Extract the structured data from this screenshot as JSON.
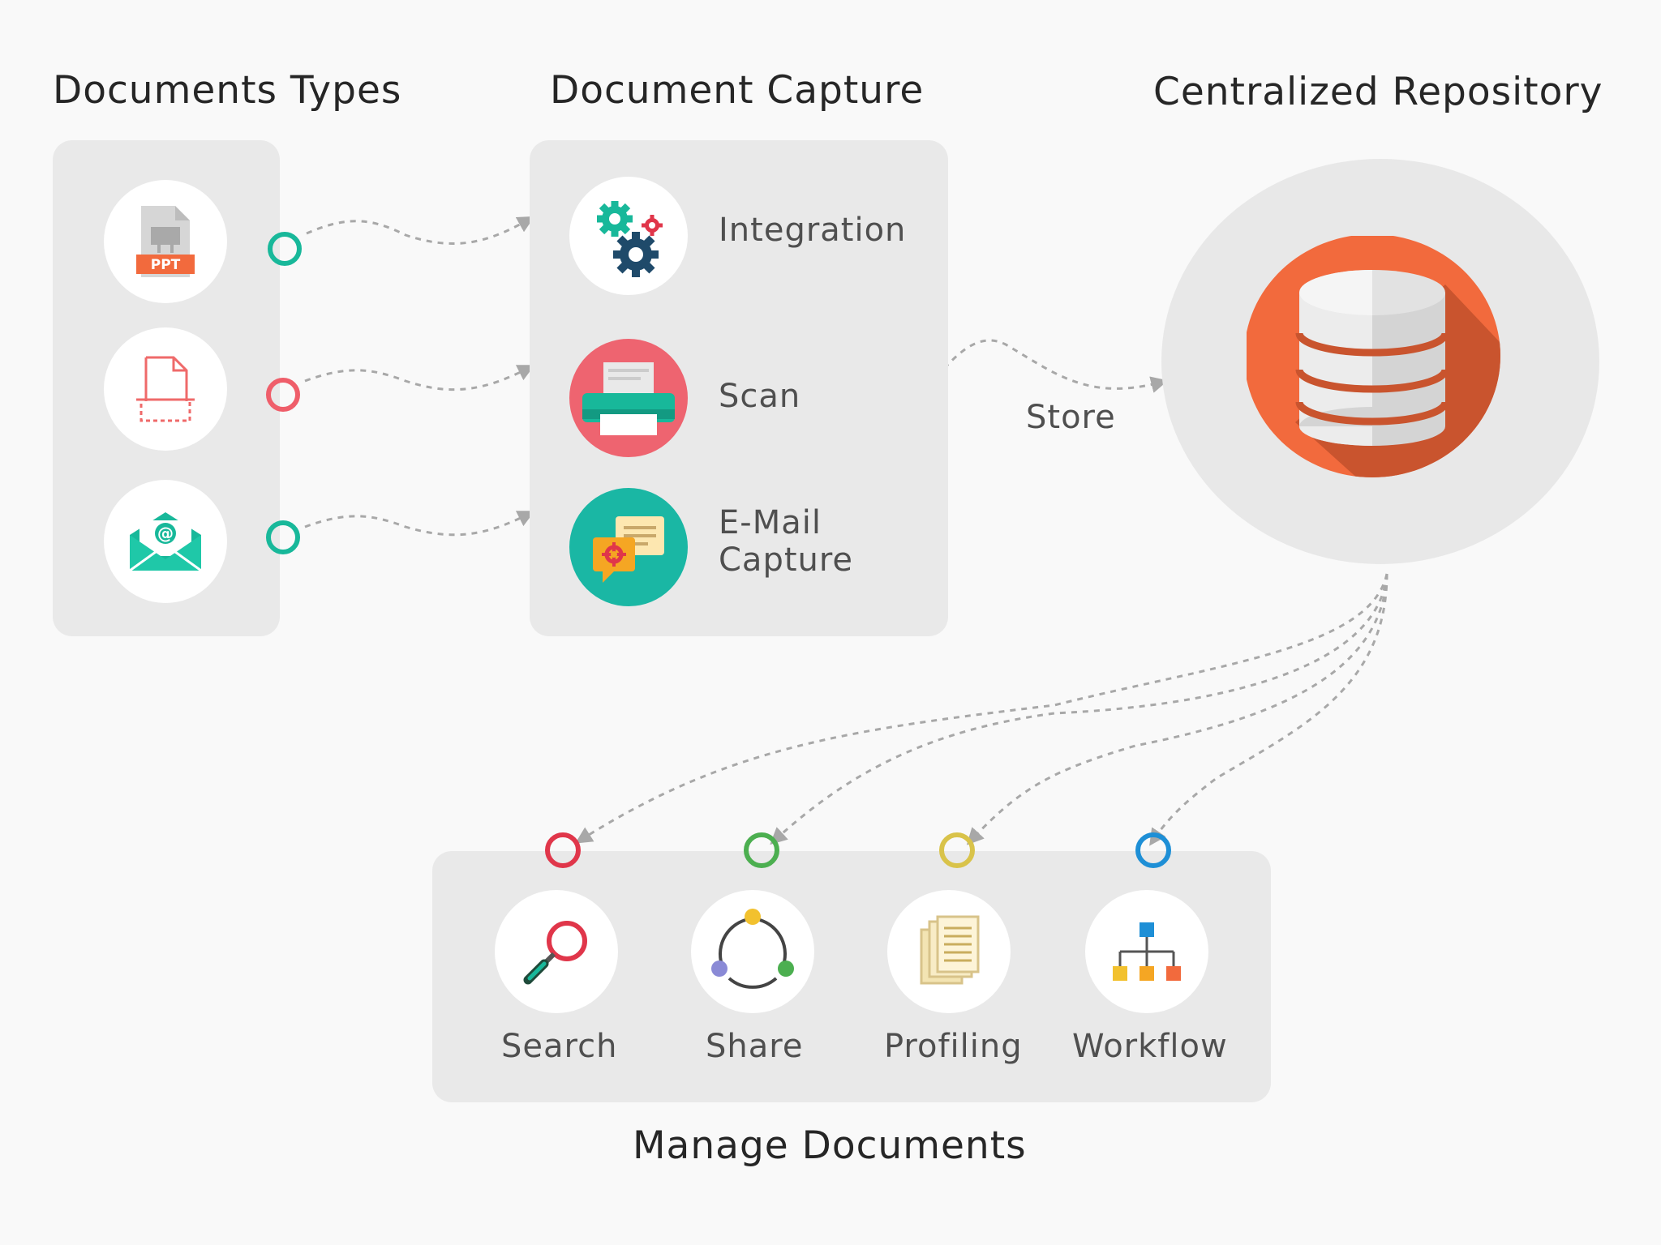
{
  "headings": {
    "document_types": "Documents Types",
    "document_capture": "Document Capture",
    "repository": "Centralized Repository",
    "manage": "Manage Documents"
  },
  "document_types": [
    {
      "icon": "ppt-file-icon",
      "badge": "PPT",
      "connector_color": "#18b89a"
    },
    {
      "icon": "scanned-document-icon",
      "connector_color": "#ef5e6a"
    },
    {
      "icon": "email-envelope-icon",
      "badge": "@",
      "connector_color": "#18b89a"
    }
  ],
  "capture_items": [
    {
      "icon": "gears-icon",
      "label": "Integration"
    },
    {
      "icon": "printer-scanner-icon",
      "label": "Scan"
    },
    {
      "icon": "email-capture-icon",
      "label_line1": "E-Mail",
      "label_line2": "Capture"
    }
  ],
  "store_label": "Store",
  "repository_icon": "database-icon",
  "manage_items": [
    {
      "icon": "search-icon",
      "label": "Search",
      "connector_color": "#e0364a"
    },
    {
      "icon": "share-icon",
      "label": "Share",
      "connector_color": "#4caf50"
    },
    {
      "icon": "profiling-icon",
      "label": "Profiling",
      "connector_color": "#d9c34a"
    },
    {
      "icon": "workflow-icon",
      "label": "Workflow",
      "connector_color": "#1e8fd6"
    }
  ],
  "colors": {
    "panel": "#e9e9e9",
    "accent_orange": "#f26a3d",
    "teal": "#18b89a",
    "connector_line": "#a8a8a8"
  }
}
